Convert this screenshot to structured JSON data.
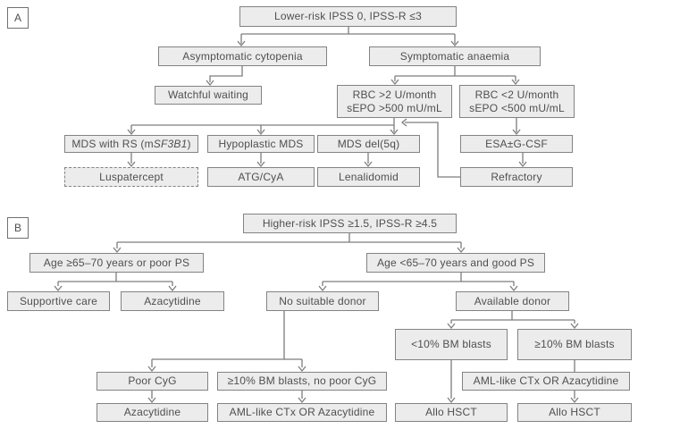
{
  "colors": {
    "background": "#ffffff",
    "box_fill": "#ececec",
    "box_border": "#838383",
    "connector": "#7d7d7d",
    "text": "#4f4f4f"
  },
  "panel_a": {
    "label": "A",
    "nodes": {
      "lower_risk": "Lower-risk IPSS 0, IPSS-R ≤3",
      "asymptomatic_cytopenia": "Asymptomatic cytopenia",
      "symptomatic_anaemia": "Symptomatic anaemia",
      "watchful_waiting": "Watchful waiting",
      "rbc_high_line1": "RBC >2 U/month",
      "rbc_high_line2": "sEPO >500 mU/mL",
      "rbc_low_line1": "RBC <2 U/month",
      "rbc_low_line2": "sEPO <500 mU/mL",
      "mds_rs_prefix": "MDS with RS (m",
      "mds_rs_gene": "SF3B1",
      "mds_rs_suffix": ")",
      "hypoplastic_mds": "Hypoplastic MDS",
      "mds_del5q": "MDS del(5q)",
      "esa_gcsf": "ESA±G-CSF",
      "luspatercept": "Luspatercept",
      "atg_cya": "ATG/CyA",
      "lenalidomid": "Lenalidomid",
      "refractory": "Refractory"
    }
  },
  "panel_b": {
    "label": "B",
    "nodes": {
      "higher_risk": "Higher-risk IPSS ≥1.5, IPSS-R ≥4.5",
      "age_older": "Age ≥65–70 years or poor PS",
      "age_younger": "Age <65–70 years and good PS",
      "supportive_care": "Supportive care",
      "azacytidine_upper": "Azacytidine",
      "no_suitable_donor": "No suitable donor",
      "available_donor": "Available donor",
      "blasts_lt10": "<10% BM blasts",
      "blasts_ge10": "≥10% BM blasts",
      "aml_ctx_or_aza_mid": "AML-like CTx OR Azacytidine",
      "poor_cyg": "Poor CyG",
      "blasts_ge10_no_poor_cyg": "≥10% BM blasts, no poor CyG",
      "azacytidine_lower": "Azacytidine",
      "aml_ctx_or_aza_lower": "AML-like CTx OR Azacytidine",
      "allo_hsct_left": "Allo HSCT",
      "allo_hsct_right": "Allo HSCT"
    }
  }
}
